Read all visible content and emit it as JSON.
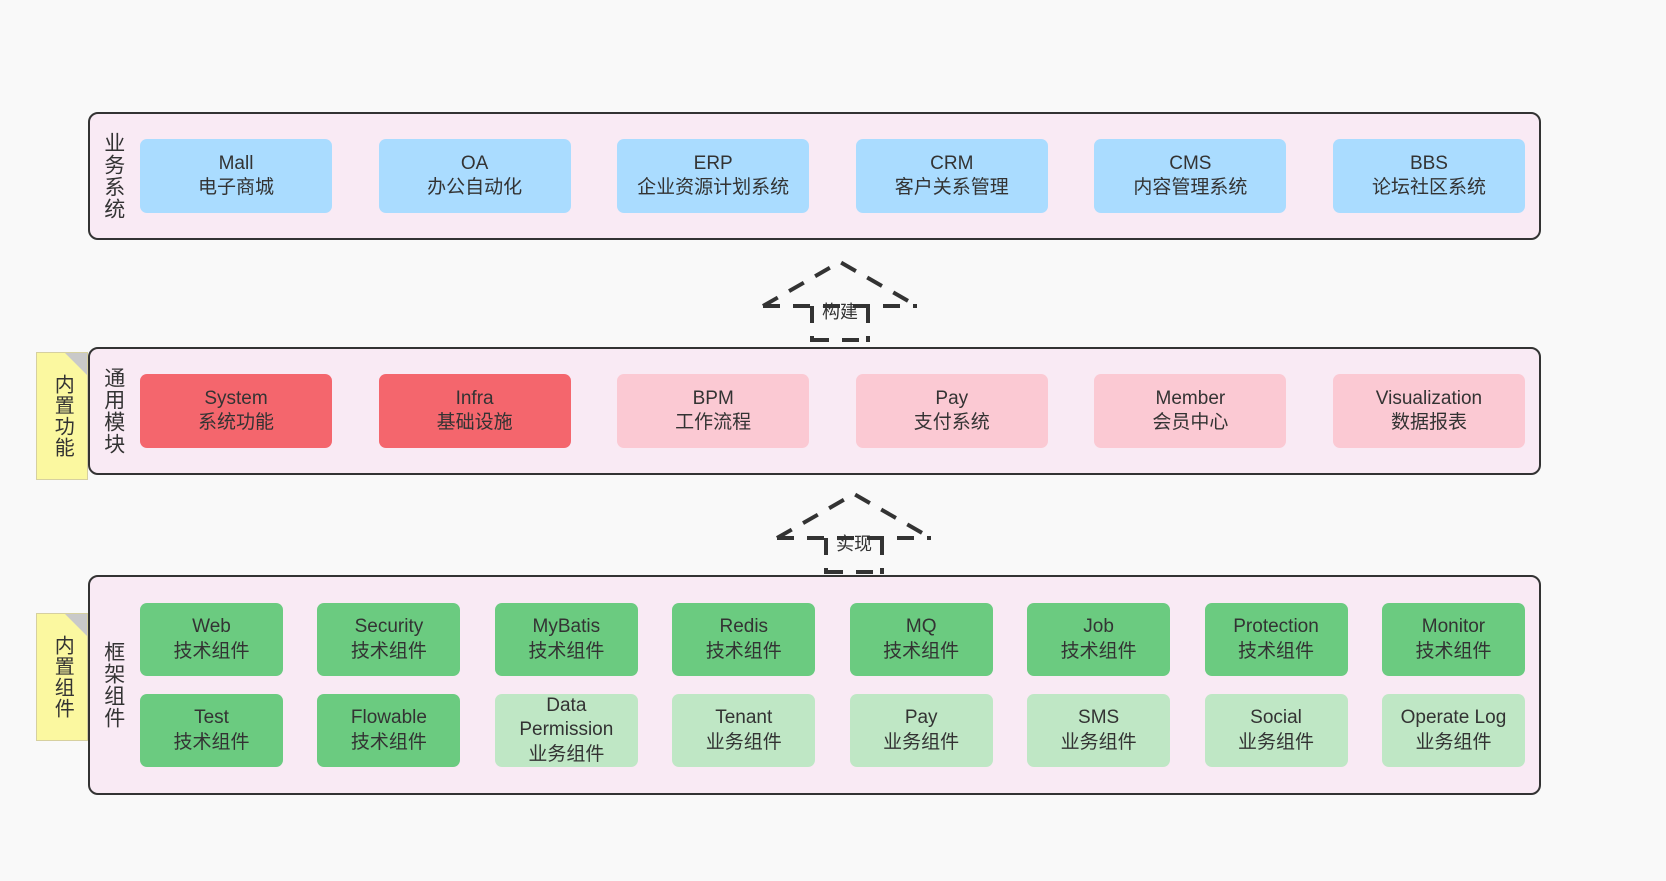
{
  "theme": {
    "page_bg": "#f9f9f9",
    "layer_bg": "#f9eaf4",
    "layer_border": "#333333",
    "blue": "#aadcff",
    "red": "#f4666d",
    "pink": "#fbc9d3",
    "green": "#6bcb80",
    "light_green": "#bfe7c5",
    "note_yellow": "#fbf8a0",
    "text": "#333333"
  },
  "layers": {
    "business": {
      "title": "业务系统",
      "cards": [
        {
          "en": "Mall",
          "cn": "电子商城"
        },
        {
          "en": "OA",
          "cn": "办公自动化"
        },
        {
          "en": "ERP",
          "cn": "企业资源计划系统"
        },
        {
          "en": "CRM",
          "cn": "客户关系管理"
        },
        {
          "en": "CMS",
          "cn": "内容管理系统"
        },
        {
          "en": "BBS",
          "cn": "论坛社区系统"
        }
      ]
    },
    "modules": {
      "title": "通用模块",
      "cards": [
        {
          "en": "System",
          "cn": "系统功能",
          "style": "red"
        },
        {
          "en": "Infra",
          "cn": "基础设施",
          "style": "red"
        },
        {
          "en": "BPM",
          "cn": "工作流程",
          "style": "pink"
        },
        {
          "en": "Pay",
          "cn": "支付系统",
          "style": "pink"
        },
        {
          "en": "Member",
          "cn": "会员中心",
          "style": "pink"
        },
        {
          "en": "Visualization",
          "cn": "数据报表",
          "style": "pink"
        }
      ]
    },
    "framework": {
      "title": "框架组件",
      "row1": [
        {
          "en": "Web",
          "cn": "技术组件",
          "style": "green"
        },
        {
          "en": "Security",
          "cn": "技术组件",
          "style": "green"
        },
        {
          "en": "MyBatis",
          "cn": "技术组件",
          "style": "green"
        },
        {
          "en": "Redis",
          "cn": "技术组件",
          "style": "green"
        },
        {
          "en": "MQ",
          "cn": "技术组件",
          "style": "green"
        },
        {
          "en": "Job",
          "cn": "技术组件",
          "style": "green"
        },
        {
          "en": "Protection",
          "cn": "技术组件",
          "style": "green"
        },
        {
          "en": "Monitor",
          "cn": "技术组件",
          "style": "green"
        }
      ],
      "row2": [
        {
          "en": "Test",
          "cn": "技术组件",
          "style": "green"
        },
        {
          "en": "Flowable",
          "cn": "技术组件",
          "style": "green"
        },
        {
          "en": "Data Permission",
          "cn": "业务组件",
          "style": "light_green"
        },
        {
          "en": "Tenant",
          "cn": "业务组件",
          "style": "light_green"
        },
        {
          "en": "Pay",
          "cn": "业务组件",
          "style": "light_green"
        },
        {
          "en": "SMS",
          "cn": "业务组件",
          "style": "light_green"
        },
        {
          "en": "Social",
          "cn": "业务组件",
          "style": "light_green"
        },
        {
          "en": "Operate Log",
          "cn": "业务组件",
          "style": "light_green"
        }
      ]
    }
  },
  "notes": [
    {
      "label": "内置功能"
    },
    {
      "label": "内置组件"
    }
  ],
  "arrows": [
    {
      "label": "构建",
      "direction": "up",
      "style": "dashed-hollow-triangle"
    },
    {
      "label": "实现",
      "direction": "up",
      "style": "dashed-hollow-triangle"
    }
  ]
}
